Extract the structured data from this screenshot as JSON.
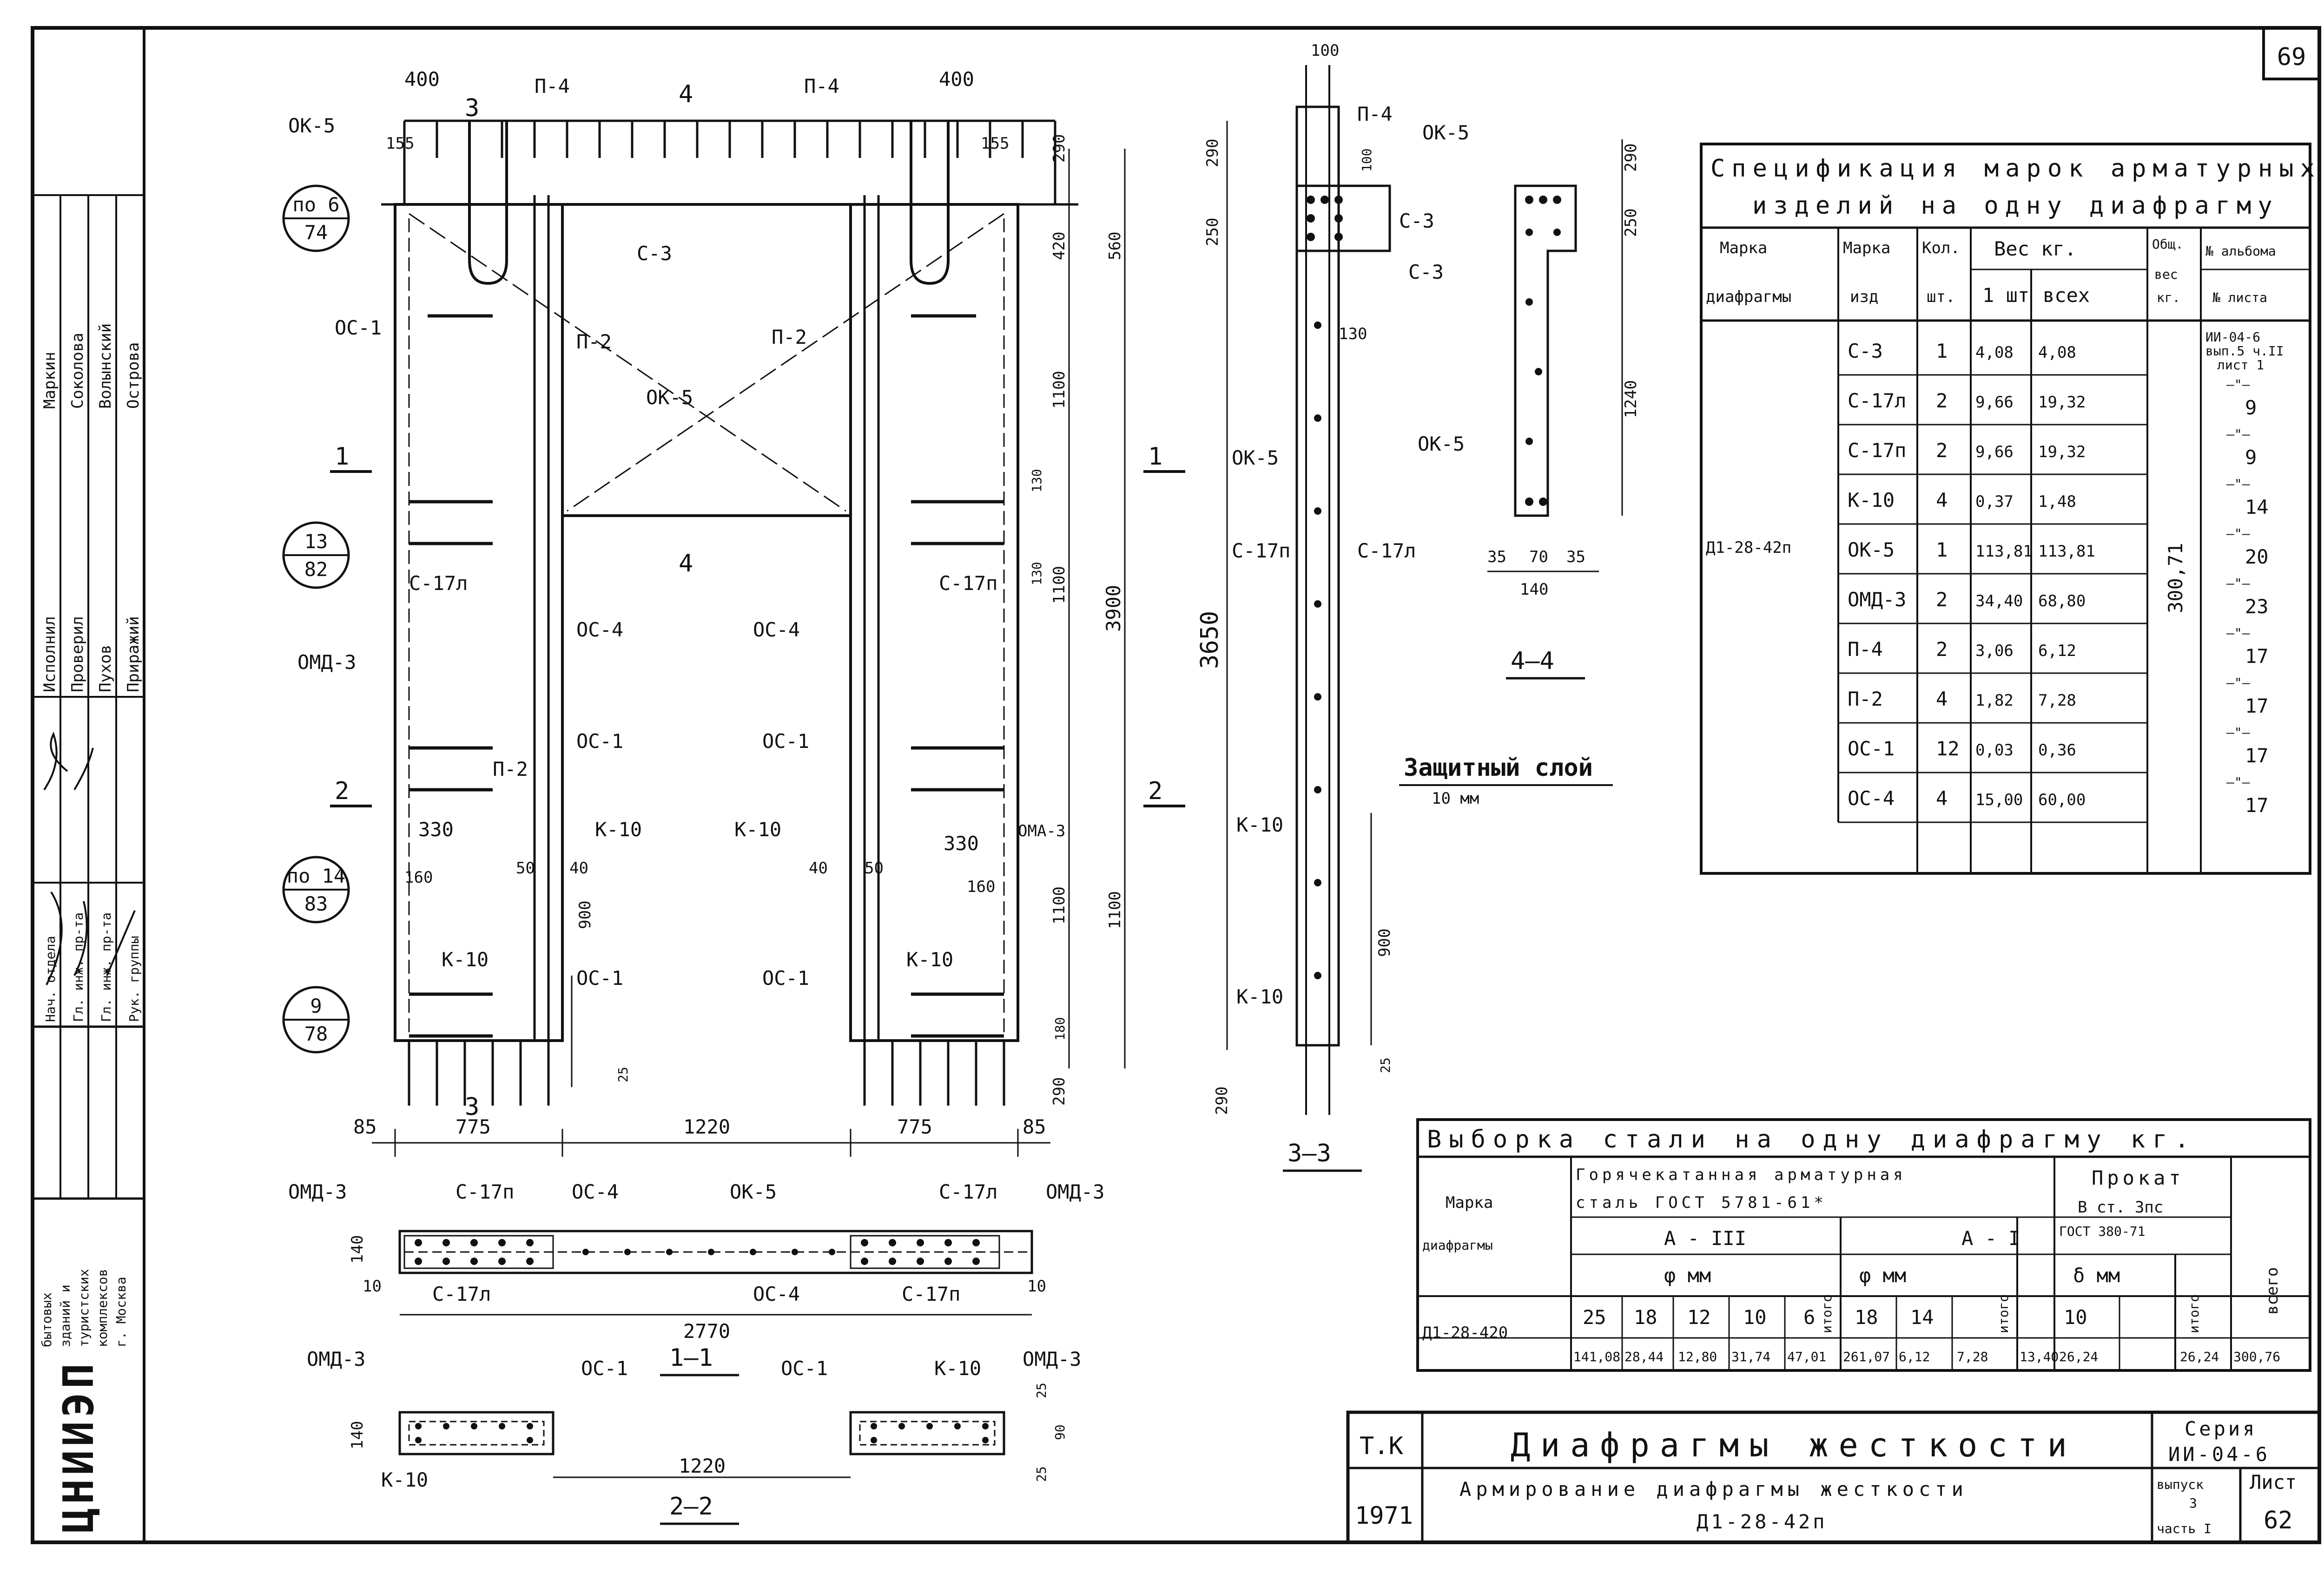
{
  "sheet": {
    "sheet_number_corner": "69",
    "organization": "ЦНИИЭП",
    "org_full": [
      "бытовых",
      "зданий и",
      "туристских",
      "комплексов",
      "г. Москва"
    ],
    "stamp_roles": [
      "Нач. отдела",
      "Гл. инж. пр-та",
      "Гл. инж. пр-та",
      "Рук. группы",
      "Исполнил",
      "Проверил"
    ],
    "stamp_names": [
      "Пухов",
      "Приражий",
      "Волынский",
      "Острова",
      "Маркин",
      "Соколова"
    ]
  },
  "title_block": {
    "type_code": "Т.К",
    "year": "1971",
    "title": "Диафрагмы жесткости",
    "subtitle": "Армирование диафрагмы жесткости",
    "subtitle_mark": "Д1-28-42п",
    "series_label": "Серия",
    "series": "ИИ-04-6",
    "issue_label": "выпуск",
    "issue": "3",
    "part": "часть I",
    "sheet_label": "Лист",
    "sheet": "62"
  },
  "elevation": {
    "section_marks": [
      "1",
      "2",
      "3",
      "4",
      "1",
      "2"
    ],
    "callouts": [
      {
        "top": "по 6",
        "bottom": "74"
      },
      {
        "top": "13",
        "bottom": "82"
      },
      {
        "top": "по 14",
        "bottom": "83"
      },
      {
        "top": "9",
        "bottom": "78"
      }
    ],
    "labels": [
      "ОК-5",
      "П-4",
      "П-4",
      "С-3",
      "ОС-1",
      "П-2",
      "П-2",
      "ОК-5",
      "С-17л",
      "С-17п",
      "ОМД-3",
      "ОС-4",
      "ОС-4",
      "П-2",
      "ОС-1",
      "ОС-1",
      "К-10",
      "К-10",
      "ОМА-3",
      "К-10",
      "К-10",
      "ОС-1",
      "ОС-1"
    ],
    "dims_h": [
      "400",
      "155",
      "400",
      "155",
      "85",
      "775",
      "1220",
      "775",
      "85",
      "330",
      "330",
      "160",
      "160",
      "50",
      "40",
      "40",
      "50"
    ],
    "dims_v": [
      "290",
      "420",
      "560",
      "1100",
      "1100",
      "3900",
      "1100",
      "1100",
      "180",
      "290",
      "130",
      "130",
      "900",
      "25"
    ]
  },
  "section_3_3": {
    "title": "3—3",
    "labels": [
      "П-4",
      "С-3",
      "ОК-5",
      "С-17п",
      "С-17л",
      "К-10",
      "К-10"
    ],
    "dims": [
      "100",
      "290",
      "250",
      "100",
      "130",
      "3650",
      "900",
      "290",
      "25"
    ],
    "protective_layer": "Защитный слой",
    "protective_value": "10 мм"
  },
  "section_4_4": {
    "title": "4—4",
    "labels": [
      "ОК-5",
      "С-3",
      "ОК-5"
    ],
    "dims": [
      "290",
      "250",
      "1240",
      "35",
      "70",
      "35",
      "140"
    ]
  },
  "section_1_1": {
    "title": "1—1",
    "labels_top": [
      "ОМД-3",
      "С-17п",
      "ОС-4",
      "ОК-5",
      "С-17л",
      "ОМД-3"
    ],
    "labels_bottom": [
      "С-17л",
      "ОС-4",
      "С-17п"
    ],
    "dims": [
      "140",
      "10",
      "10",
      "2770"
    ]
  },
  "section_2_2": {
    "title": "2—2",
    "labels": [
      "ОМД-3",
      "ОС-1",
      "ОС-1",
      "К-10",
      "ОМД-3",
      "К-10"
    ],
    "dims": [
      "140",
      "1220",
      "25",
      "90",
      "25"
    ]
  },
  "spec_table": {
    "title_line1": "Спецификация марок арматурных",
    "title_line2": "изделий на одну диафрагму",
    "headers": {
      "mark_d1": "Марка",
      "mark_d2": "диафрагмы",
      "mark_i1": "Марка",
      "mark_i2": "изд",
      "qty1": "Кол.",
      "qty2": "шт.",
      "weight": "Вес кг.",
      "w_one": "1 шт",
      "w_all": "всех",
      "total1": "Общ.",
      "total2": "вес",
      "total3": "кг.",
      "album1": "№ альбома",
      "album2": "№ листа"
    },
    "diaphragm": "Д1-28-42п",
    "total_weight": "300,71",
    "rows": [
      {
        "item": "С-3",
        "qty": "1",
        "one": "4,08",
        "all": "4,08",
        "album": "ИИ-04-6",
        "album2": "вып.5 ч.II",
        "sheet": "лист 1"
      },
      {
        "item": "С-17л",
        "qty": "2",
        "one": "9,66",
        "all": "19,32",
        "album": "—\"—",
        "sheet": "9"
      },
      {
        "item": "С-17п",
        "qty": "2",
        "one": "9,66",
        "all": "19,32",
        "album": "—\"—",
        "sheet": "9"
      },
      {
        "item": "К-10",
        "qty": "4",
        "one": "0,37",
        "all": "1,48",
        "album": "—\"—",
        "sheet": "14"
      },
      {
        "item": "ОК-5",
        "qty": "1",
        "one": "113,81",
        "all": "113,81",
        "album": "—\"—",
        "sheet": "20"
      },
      {
        "item": "ОМД-3",
        "qty": "2",
        "one": "34,40",
        "all": "68,80",
        "album": "—\"—",
        "sheet": "23"
      },
      {
        "item": "П-4",
        "qty": "2",
        "one": "3,06",
        "all": "6,12",
        "album": "—\"—",
        "sheet": "17"
      },
      {
        "item": "П-2",
        "qty": "4",
        "one": "1,82",
        "all": "7,28",
        "album": "—\"—",
        "sheet": "17"
      },
      {
        "item": "ОС-1",
        "qty": "12",
        "one": "0,03",
        "all": "0,36",
        "album": "—\"—",
        "sheet": "17"
      },
      {
        "item": "ОС-4",
        "qty": "4",
        "one": "15,00",
        "all": "60,00",
        "album": "—\"—",
        "sheet": "17"
      }
    ]
  },
  "steel_table": {
    "title": "Выборка стали на одну диафрагму кг.",
    "mark1": "Марка",
    "mark2": "диафрагмы",
    "hot_rolled1": "Горячекатанная арматурная",
    "hot_rolled2": "сталь ГОСТ 5781-61*",
    "rolled1": "Прокат",
    "rolled2": "В ст. 3пс",
    "rolled3": "ГОСТ 380-71",
    "class_a3": "А - III",
    "class_a1": "А - I",
    "phi_mm": "φ мм",
    "delta_mm": "δ мм",
    "itogo": "итого",
    "vsego": "всего",
    "a3_diams": [
      "25",
      "18",
      "12",
      "10",
      "6"
    ],
    "a1_diams": [
      "18",
      "14"
    ],
    "plate": "10",
    "diaphragm": "Д1-28-420",
    "a3_values": [
      "141,08",
      "28,44",
      "12,80",
      "31,74",
      "47,01"
    ],
    "a3_total": "261,07",
    "a1_values": [
      "6,12",
      "7,28"
    ],
    "a1_total": "13,40",
    "plate_value": "26,24",
    "plate_total": "26,24",
    "grand_total": "300,76"
  }
}
